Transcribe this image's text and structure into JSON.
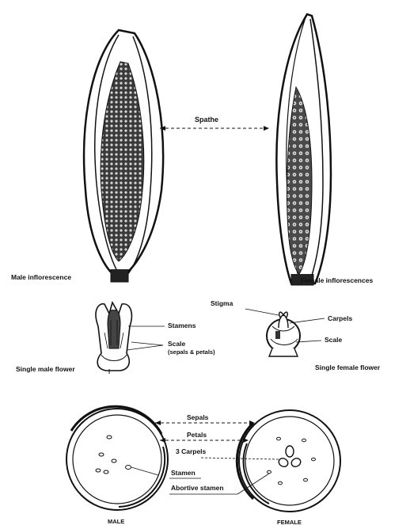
{
  "labels": {
    "spathe": "Spathe",
    "male_inflorescence": "Male inflorescence",
    "female_inflorescences": "Female inflorescences",
    "stigma": "Stigma",
    "carpels": "Carpels",
    "stamens": "Stamens",
    "scale_female": "Scale",
    "scale_male": "Scale",
    "scale_male_detail": "(sepals & petals)",
    "single_male_flower": "Single male flower",
    "single_female_flower": "Single female flower",
    "sepals": "Sepals",
    "petals": "Petals",
    "three_carpels": "3 Carpels",
    "stamen": "Stamen",
    "abortive_stamen": "Abortive stamen",
    "male": "MALE",
    "female": "FEMALE"
  },
  "colors": {
    "ink": "#111111",
    "fill_dark": "#2a2a2a",
    "paper": "#ffffff"
  }
}
